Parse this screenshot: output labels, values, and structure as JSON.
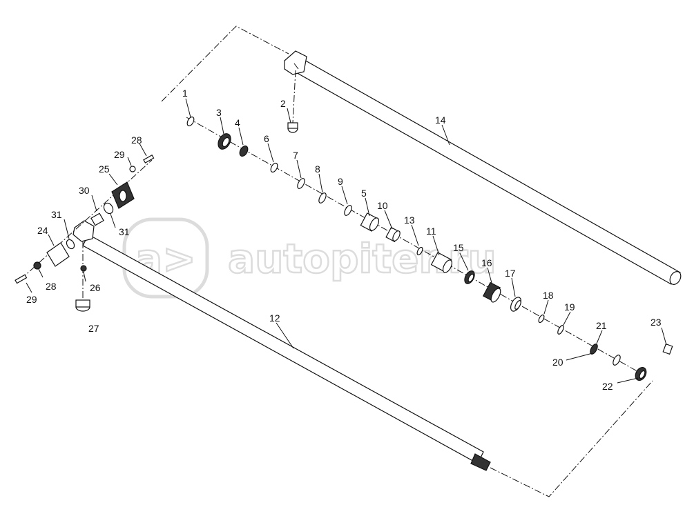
{
  "watermark": {
    "text": "autopiter.ru",
    "logo_text": "a>"
  },
  "labels": {
    "p1": "1",
    "p2": "2",
    "p3": "3",
    "p4": "4",
    "p5": "5",
    "p6": "6",
    "p7": "7",
    "p8": "8",
    "p9": "9",
    "p10": "10",
    "p11": "11",
    "p12": "12",
    "p13": "13",
    "p14": "14",
    "p15": "15",
    "p16": "16",
    "p17": "17",
    "p18": "18",
    "p19": "19",
    "p20": "20",
    "p21": "21",
    "p22": "22",
    "p23": "23",
    "p24": "24",
    "p25": "25",
    "p26": "26",
    "p27": "27",
    "p28a": "28",
    "p28b": "28",
    "p29a": "29",
    "p29b": "29",
    "p30": "30",
    "p31a": "31",
    "p31b": "31"
  }
}
